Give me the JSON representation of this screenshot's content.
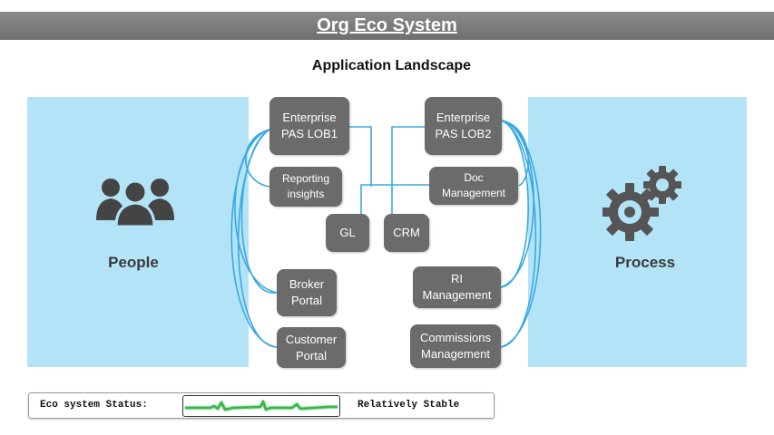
{
  "header": {
    "title": "Org Eco System"
  },
  "subtitle": "Application Landscape",
  "panels": {
    "left": {
      "label": "People",
      "icon": "people-icon"
    },
    "right": {
      "label": "Process",
      "icon": "gears-icon"
    }
  },
  "boxes": {
    "enterprise_lob1": "Enterprise\nPAS LOB1",
    "reporting": "Reporting\ninsights",
    "gl": "GL",
    "broker_portal": "Broker\nPortal",
    "customer_portal": "Customer\nPortal",
    "enterprise_lob2": "Enterprise\nPAS LOB2",
    "doc_management": "Doc\nManagement",
    "crm": "CRM",
    "ri_management": "RI\nManagement",
    "commissions_management": "Commissions\nManagement"
  },
  "status": {
    "label": "Eco system Status:",
    "value": "Relatively Stable",
    "graph_color": "#39b54a"
  },
  "colors": {
    "panel_bg": "#b3e3f7",
    "box_bg": "#6b6b6b",
    "connector": "#3aa9e0",
    "title_bar": "#7a7a7a"
  }
}
